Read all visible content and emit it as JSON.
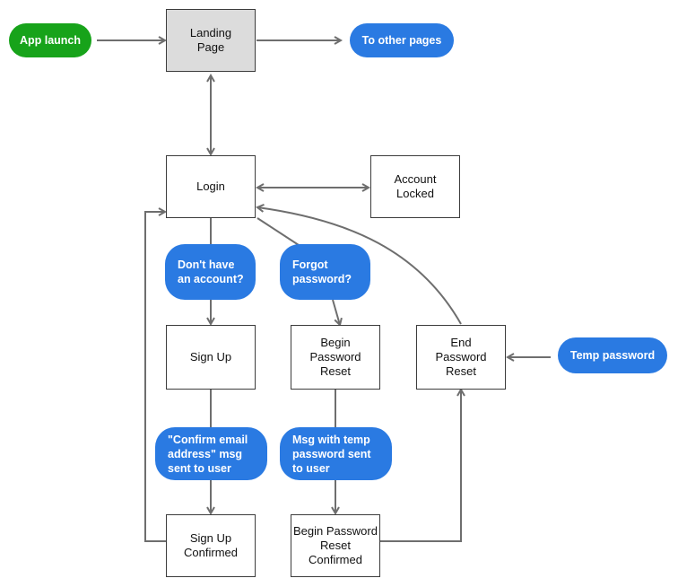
{
  "colors": {
    "start_pill": "#17a31a",
    "note_pill": "#2a7ae2",
    "landing_fill": "#dcdcdc",
    "connector": "#6e6e6e"
  },
  "nodes": {
    "app_launch": "App launch",
    "landing_page": "Landing\nPage",
    "to_other_pages": "To other pages",
    "login": "Login",
    "account_locked": "Account\nLocked",
    "dont_have_account": "Don't have\nan account?",
    "forgot_password": "Forgot\npassword?",
    "sign_up": "Sign Up",
    "begin_password_reset": "Begin\nPassword\nReset",
    "end_password_reset": "End\nPassword\nReset",
    "temp_password": "Temp password",
    "confirm_email_msg": "\"Confirm email\naddress\" msg\nsent to user",
    "msg_temp_password": "Msg with temp\npassword sent\nto user",
    "sign_up_confirmed": "Sign Up\nConfirmed",
    "begin_password_reset_confirmed": "Begin Password\nReset\nConfirmed"
  }
}
